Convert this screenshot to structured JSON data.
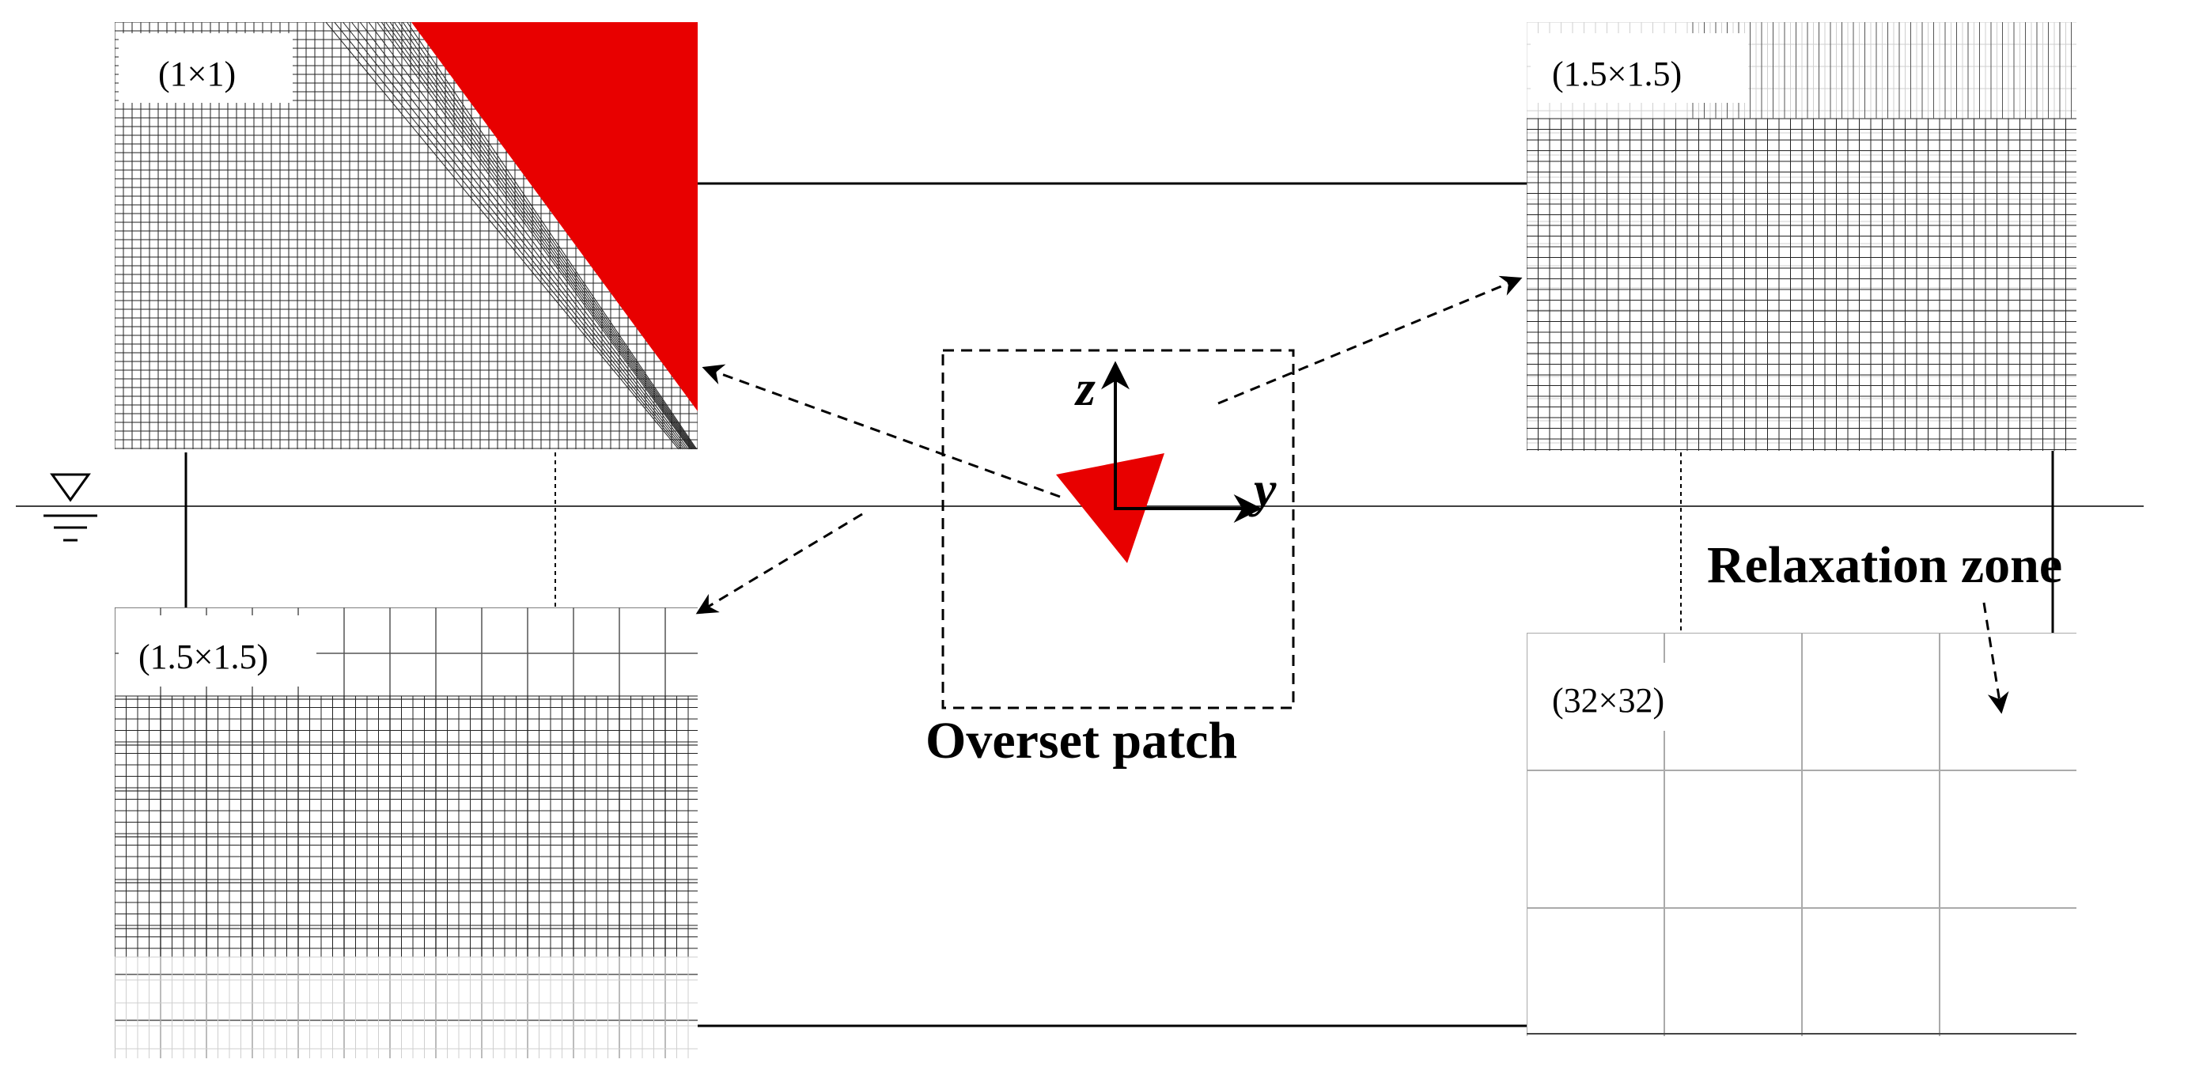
{
  "panels": {
    "top_left": {
      "label": "(1×1)"
    },
    "top_right": {
      "label": "(1.5×1.5)"
    },
    "bottom_left": {
      "label": "(1.5×1.5)"
    },
    "bottom_right": {
      "label": "(32×32)"
    }
  },
  "overset_patch": {
    "label": "Overset patch",
    "axis_z": "z",
    "axis_y": "y"
  },
  "relaxation_zone": {
    "label": "Relaxation zone"
  },
  "colors": {
    "body": "#e80000",
    "mesh_fine": "#222222",
    "mesh_coarse": "#555555",
    "mesh_faint": "#cfcfcf",
    "line": "#000000"
  },
  "icons": {
    "free_surface": "water-level-icon"
  }
}
